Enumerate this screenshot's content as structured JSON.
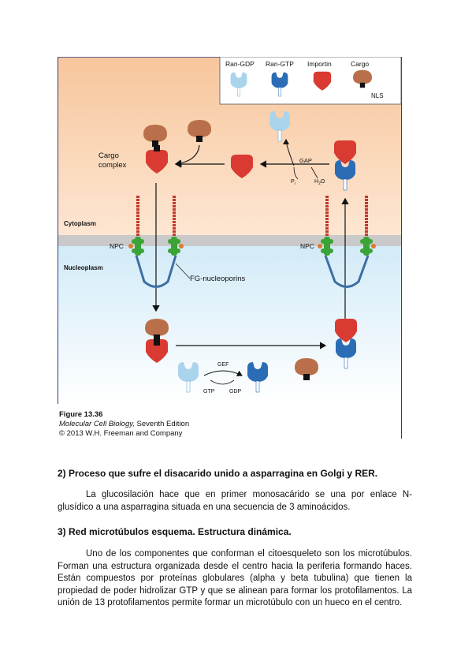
{
  "figure": {
    "legend": {
      "ran_gdp": "Ran-GDP",
      "ran_gtp": "Ran-GTP",
      "importin": "Importin",
      "cargo": "Cargo",
      "nls": "NLS"
    },
    "labels": {
      "cargo_complex_1": "Cargo",
      "cargo_complex_2": "complex",
      "gap": "GAP",
      "pi": "P",
      "pi_sub": "i",
      "h2o": "H",
      "h2o_sub": "2",
      "h2o_end": "O",
      "cytoplasm": "Cytoplasm",
      "nucleoplasm": "Nucleoplasm",
      "npc_left": "NPC",
      "npc_right": "NPC",
      "fg_nucleoporins": "FG-nucleoporins",
      "gef": "GEF",
      "gtp_label": "GTP",
      "gdp_label": "GDP",
      "ran_gdp_text": "GDP",
      "ran_gtp_text": "GTP"
    },
    "caption": {
      "figure_number": "Figure 13.36",
      "book": "Molecular Cell Biology,",
      "edition": " Seventh Edition",
      "copyright": "© 2013 W.H. Freeman and Company"
    },
    "colors": {
      "cytoplasm_top": "#f6c49a",
      "cytoplasm_bottom": "#fde8d6",
      "nucleoplasm": "#d8eef9",
      "membrane": "#c8c8c8",
      "importin": "#d93a32",
      "cargo": "#b9704a",
      "ran_gtp": "#2a6db5",
      "ran_gdp": "#a9d4ec",
      "gtp_text": "#c0258a",
      "npc_green": "#3aa335",
      "npc_blue": "#3d6fa3",
      "frame": "#2f3a8c"
    }
  },
  "sections": [
    {
      "title": "2) Proceso que sufre el disacarido unido a asparragina en Golgi y RER.",
      "body": "La glucosilación hace que en primer monosacárido se una por enlace N-glusídico a una asparragina situada en una secuencia de 3 aminoácidos."
    },
    {
      "title": "3) Red microtúbulos esquema. Estructura dinámica.",
      "body": "Uno de los componentes que conforman el citoesqueleto son los microtúbulos. Forman una estructura organizada desde el centro hacia la periferia formando haces. Están compuestos por proteínas globulares (alpha y beta tubulina) que tienen la propiedad de poder hidrolizar GTP y que se alinean para formar los protofilamentos. La unión de 13 protofilamentos permite formar un microtúbulo con un hueco en el centro."
    }
  ]
}
